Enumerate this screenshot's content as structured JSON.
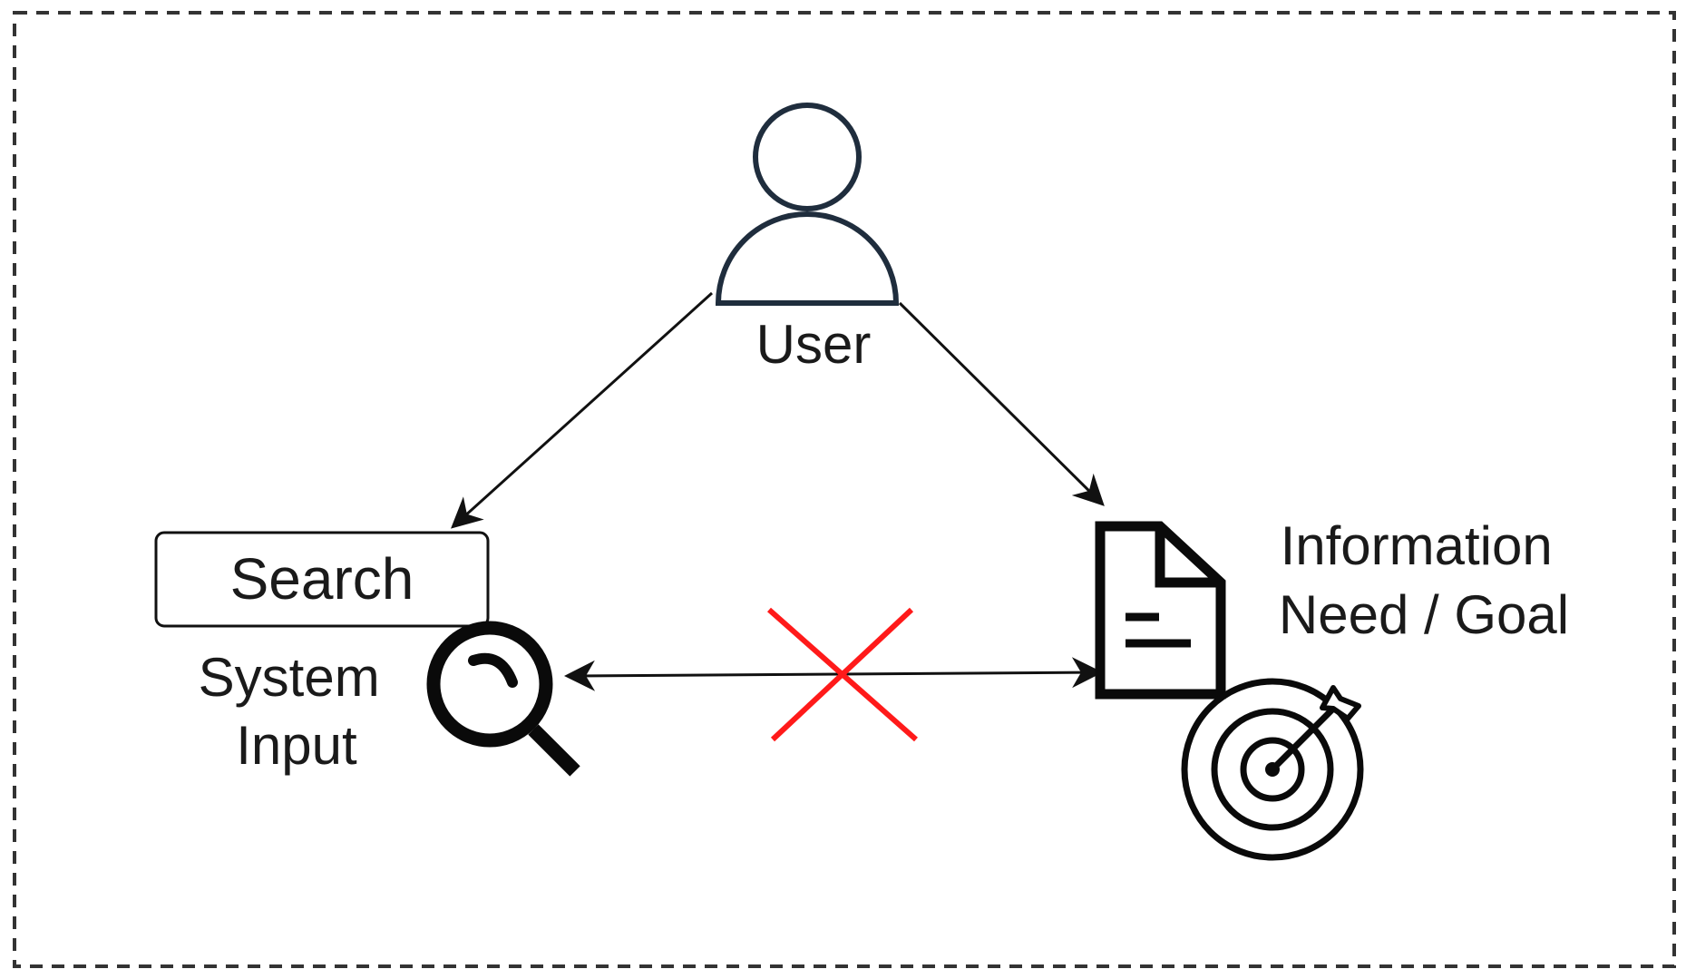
{
  "nodes": {
    "user": {
      "label": "User",
      "icon": "user-icon"
    },
    "system_input": {
      "search_box_label": "Search",
      "label_lines": [
        "System",
        "Input"
      ],
      "icon": "magnifier-icon"
    },
    "information_need": {
      "label_lines": [
        "Information",
        "Need / Goal"
      ],
      "icons": [
        "document-icon",
        "target-icon"
      ]
    }
  },
  "edges": [
    {
      "from": "user",
      "to": "system_input",
      "style": "arrow"
    },
    {
      "from": "user",
      "to": "information_need",
      "style": "arrow"
    },
    {
      "from": "system_input",
      "to": "information_need",
      "style": "bidirectional-arrow",
      "status": "blocked"
    }
  ],
  "colors": {
    "stroke": "#111111",
    "user_icon": "#1f2d3d",
    "blocked_cross": "#ff1a1a",
    "frame": "#333333"
  }
}
